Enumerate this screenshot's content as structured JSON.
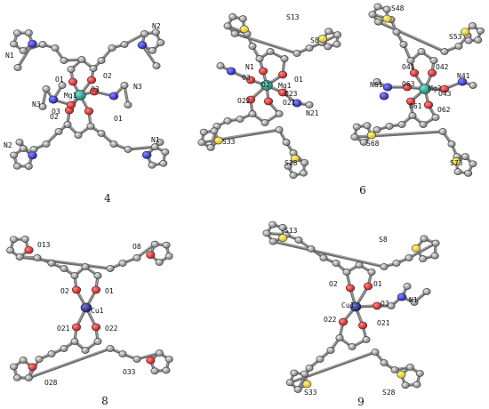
{
  "panels": [
    {
      "caption": "4",
      "labels": [
        "N1",
        "N2",
        "O1",
        "O2",
        "Mg1",
        "N3",
        "O3",
        "N3",
        "O3",
        "O2",
        "O1",
        "N2",
        "N1"
      ]
    },
    {
      "caption": "6",
      "labels": [
        "S13",
        "S8",
        "N1",
        "O3",
        "O2",
        "Mg1",
        "O1",
        "O23",
        "O22",
        "O21",
        "N21",
        "S33",
        "S28"
      ]
    },
    {
      "caption": "",
      "labels": [
        "S48",
        "S53",
        "O41",
        "O42",
        "N61",
        "O63",
        "Mg2",
        "O43",
        "N41",
        "O61",
        "O62",
        "S68",
        "S73"
      ]
    },
    {
      "caption": "8",
      "labels": [
        "O13",
        "O8",
        "O2",
        "O1",
        "Cu1",
        "O21",
        "O22",
        "O28",
        "O33"
      ]
    },
    {
      "caption": "9",
      "labels": [
        "S13",
        "S8",
        "O2",
        "O1",
        "Cu1",
        "O3",
        "N1",
        "O22",
        "O21",
        "S33",
        "S28"
      ]
    }
  ],
  "colors": {
    "carbon": "#8a8a8a",
    "oxygen": "#e01818",
    "nitrogen": "#2323d8",
    "sulfur": "#e8d21a",
    "magnesium": "#1e9e8a",
    "copper": "#1a1a8c"
  }
}
